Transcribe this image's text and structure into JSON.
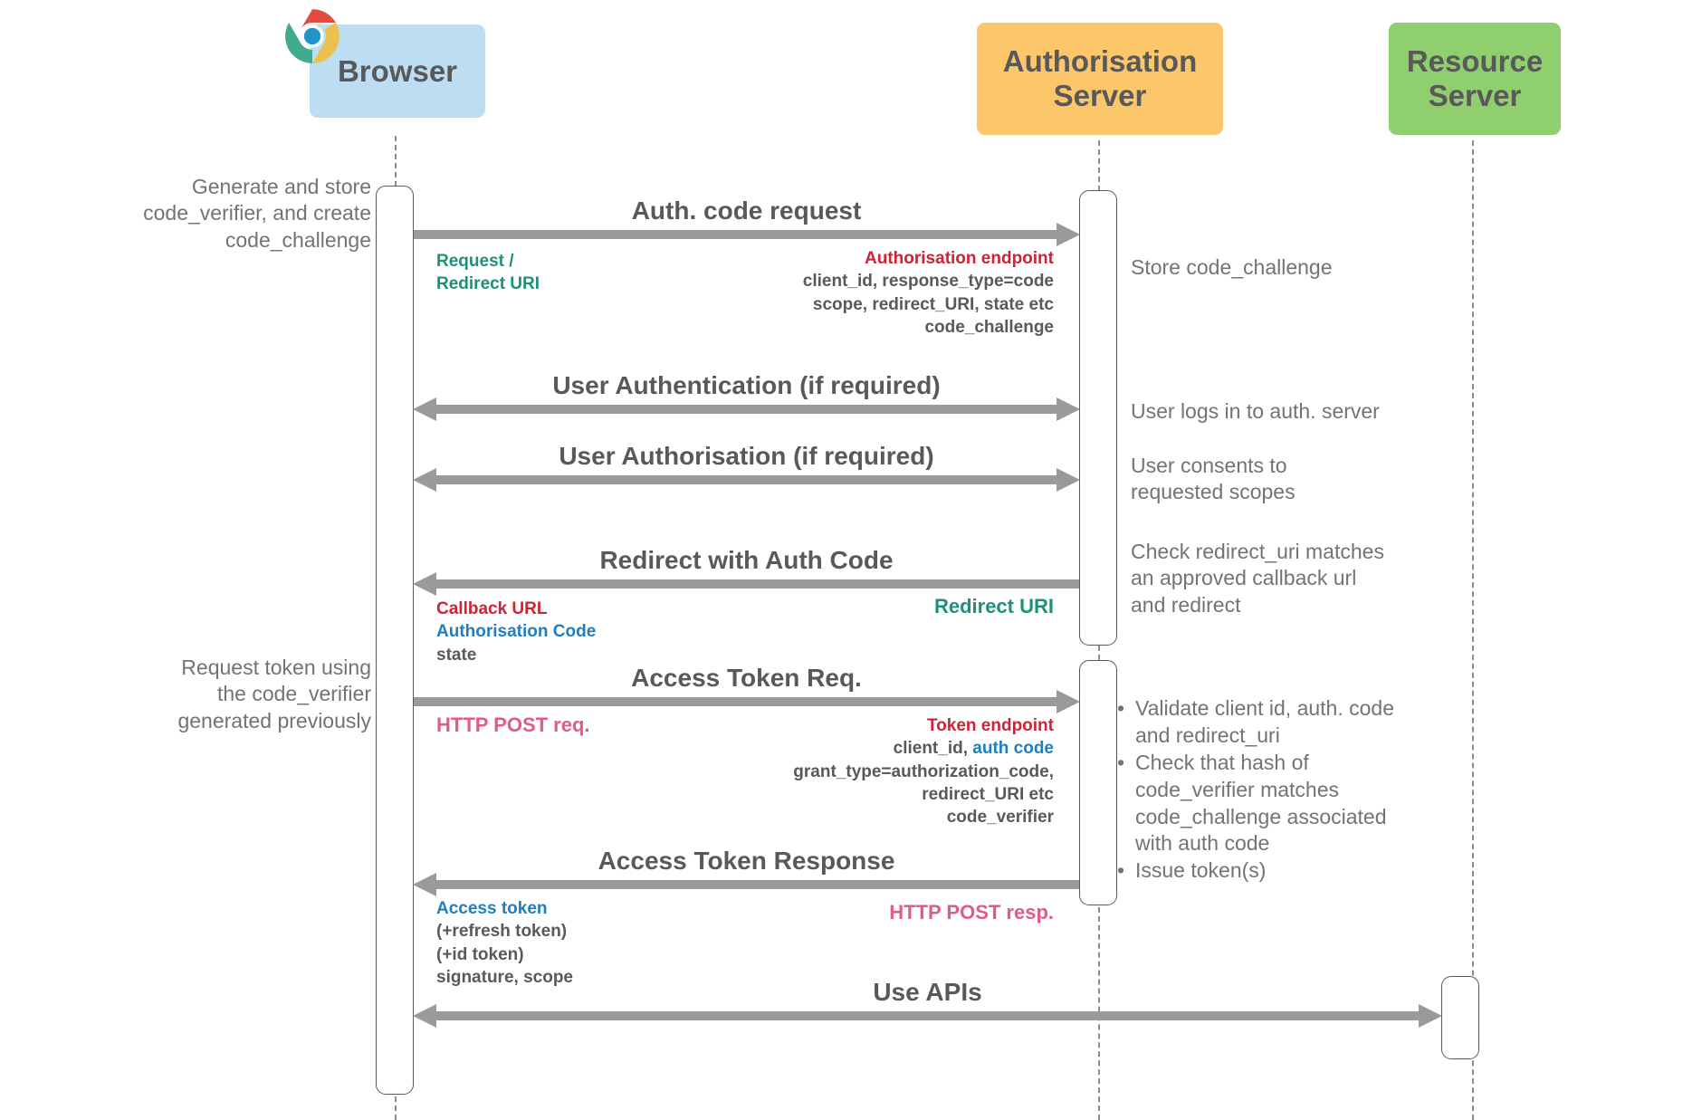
{
  "diagram": {
    "title": "OAuth 2.0 Authorisation Code Flow with PKCE sequence diagram",
    "colors": {
      "browser_box": "#bddef2",
      "auth_box": "#fcc76b",
      "resource_box": "#8fcf6e",
      "arrow": "#9a9a9a",
      "label_text": "#595959",
      "note_text": "#737373",
      "red": "#cf2236",
      "green": "#1d9177",
      "blue": "#1e7fc0",
      "pink": "#e05c86"
    }
  },
  "participants": [
    {
      "id": "browser",
      "label": "Browser",
      "icon": "chrome-logo-icon"
    },
    {
      "id": "auth",
      "label": "Authorisation\nServer",
      "line1": "Authorisation",
      "line2": "Server"
    },
    {
      "id": "resource",
      "label": "Resource\nServer",
      "line1": "Resource",
      "line2": "Server"
    }
  ],
  "messages": [
    {
      "id": "auth-code-request",
      "label": "Auth. code request",
      "direction": "right",
      "from": "browser",
      "to": "auth"
    },
    {
      "id": "user-authentication",
      "label": "User Authentication (if required)",
      "direction": "both",
      "from": "browser",
      "to": "auth"
    },
    {
      "id": "user-authorisation",
      "label": "User Authorisation  (if required)",
      "direction": "both",
      "from": "browser",
      "to": "auth"
    },
    {
      "id": "redirect-with-auth-code",
      "label": "Redirect with Auth Code",
      "direction": "left",
      "from": "auth",
      "to": "browser"
    },
    {
      "id": "access-token-req",
      "label": "Access Token Req.",
      "direction": "right",
      "from": "browser",
      "to": "auth"
    },
    {
      "id": "access-token-response",
      "label": "Access Token Response",
      "direction": "left",
      "from": "auth",
      "to": "browser"
    },
    {
      "id": "use-apis",
      "label": "Use APIs",
      "direction": "both",
      "from": "browser",
      "to": "resource"
    }
  ],
  "details": {
    "auth_code_request_left": {
      "line1": "Request /",
      "line2": "Redirect URI"
    },
    "auth_code_request_right": {
      "heading": "Authorisation endpoint",
      "line1": "client_id, response_type=code",
      "line2": "scope, redirect_URI, state etc",
      "line3": "code_challenge"
    },
    "redirect_left": {
      "line1": "Callback URL",
      "line2": "Authorisation Code",
      "line3": "state"
    },
    "redirect_right": {
      "line1": "Redirect URI"
    },
    "token_req_left": {
      "line1": "HTTP POST req."
    },
    "token_req_right": {
      "heading": "Token endpoint",
      "line2a": "client_id,",
      "line2b": "auth code",
      "line3": "grant_type=authorization_code,",
      "line4": "redirect_URI etc",
      "line5": "code_verifier"
    },
    "token_resp_left": {
      "line1": "Access token",
      "line2": "(+refresh token)",
      "line3": "(+id token)",
      "line4": "signature, scope"
    },
    "token_resp_right": {
      "line1": "HTTP POST resp."
    }
  },
  "notes": {
    "browser_note_1": "Generate and store\ncode_verifier, and create\ncode_challenge",
    "browser_note_1_lines": [
      "Generate and store",
      "code_verifier, and create",
      "code_challenge"
    ],
    "browser_note_2_lines": [
      "Request token using",
      "the code_verifier",
      "generated previously"
    ],
    "auth_note_store": "Store code_challenge",
    "auth_note_login": "User logs in to auth. server",
    "auth_note_consent_lines": [
      " User consents to",
      "requested scopes"
    ],
    "auth_note_redirect_lines": [
      "Check redirect_uri matches",
      "an approved callback url",
      "and redirect"
    ],
    "auth_note_bullets": [
      [
        " Validate client id, auth. code",
        "and redirect_uri"
      ],
      [
        " Check that hash of",
        "code_verifier matches",
        "code_challenge associated",
        "with auth code"
      ],
      [
        " Issue token(s)"
      ]
    ],
    "bullet_glyph": "•"
  }
}
